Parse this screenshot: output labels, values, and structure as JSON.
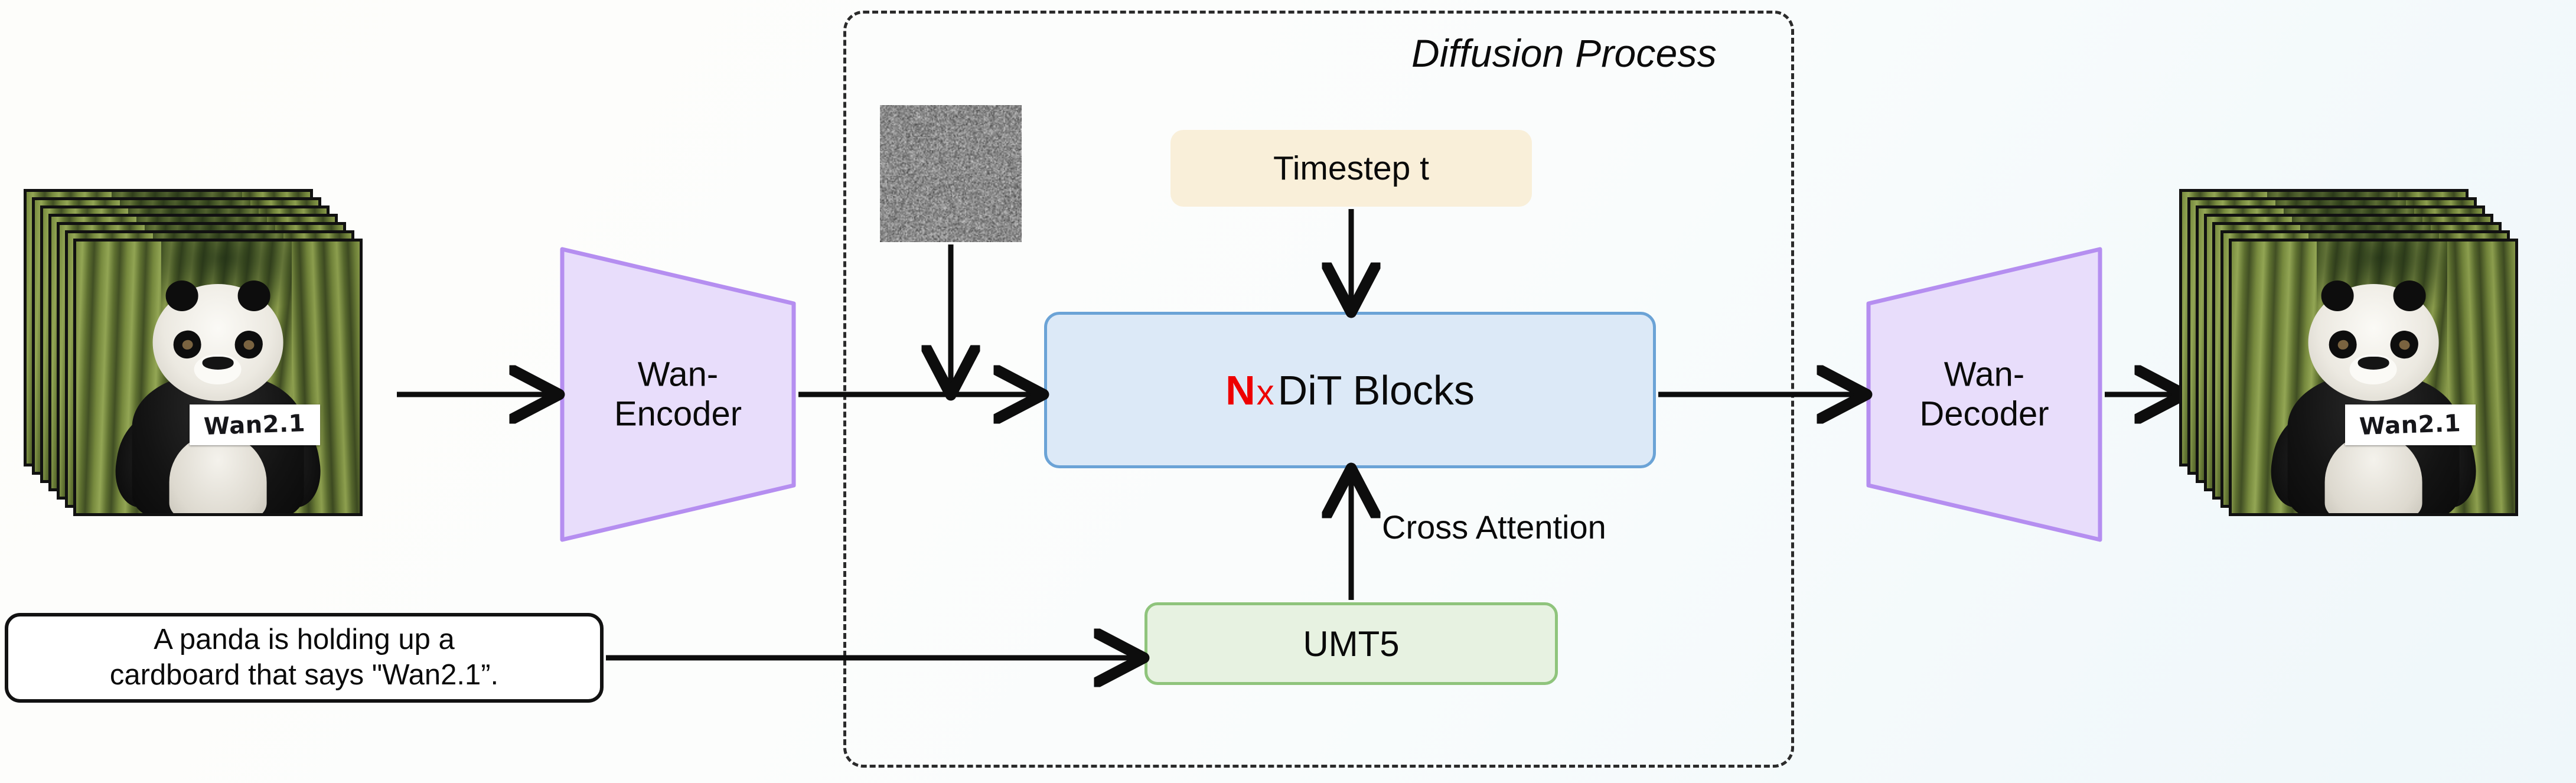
{
  "diagram": {
    "title": "Wan2.1 text-to-video diffusion pipeline",
    "diffusion_region_label": "Diffusion Process",
    "background_gradient": {
      "from": "#fdfdfa",
      "to": "#eff7fa"
    }
  },
  "input_clip": {
    "name": "input-video-frames",
    "frame_count": 7,
    "sign_text": "Wan2.1"
  },
  "output_clip": {
    "name": "output-video-frames",
    "frame_count": 7,
    "sign_text": "Wan2.1"
  },
  "prompt": {
    "line1": "A panda is holding up a",
    "line2": "cardboard that says \"Wan2.1”.",
    "full_text": "A panda is holding up a cardboard that says \"Wan2.1”.",
    "border_color": "#121212",
    "fill_color": "#ffffff"
  },
  "encoder": {
    "label_line1": "Wan-",
    "label_line2": "Encoder",
    "fill_color": "#e8ddfb",
    "stroke_color": "#b58ef0"
  },
  "decoder": {
    "label_line1": "Wan-",
    "label_line2": "Decoder",
    "fill_color": "#e8ddfb",
    "stroke_color": "#b58ef0"
  },
  "noise": {
    "label": "gaussian-noise-latent",
    "base_color": "#8d8d8d"
  },
  "timestep": {
    "label": "Timestep t",
    "fill_color": "#f9efd9"
  },
  "dit": {
    "repeat_symbol": "N",
    "multiply_symbol": "x",
    "label": "DiT Blocks",
    "fill_color": "#dce9f7",
    "stroke_color": "#6ba3d6",
    "accent_color": "#ee0000"
  },
  "text_encoder": {
    "label": "UMT5",
    "fill_color": "#e7f2e1",
    "stroke_color": "#8fc47c"
  },
  "cross_attention": {
    "label": "Cross Attention"
  },
  "edges": [
    {
      "name": "frames-to-encoder",
      "from": "input-video-frames",
      "to": "encoder",
      "label": ""
    },
    {
      "name": "encoder-to-dit",
      "from": "encoder",
      "to": "dit",
      "label": ""
    },
    {
      "name": "noise-to-latent",
      "from": "noise",
      "to": "encoder-to-dit",
      "label": ""
    },
    {
      "name": "timestep-to-dit",
      "from": "timestep",
      "to": "dit",
      "label": ""
    },
    {
      "name": "umt5-to-dit",
      "from": "text_encoder",
      "to": "dit",
      "label": "Cross Attention"
    },
    {
      "name": "prompt-to-umt5",
      "from": "prompt",
      "to": "text_encoder",
      "label": ""
    },
    {
      "name": "dit-to-decoder",
      "from": "dit",
      "to": "decoder",
      "label": ""
    },
    {
      "name": "decoder-to-frames",
      "from": "decoder",
      "to": "output-video-frames",
      "label": ""
    }
  ]
}
